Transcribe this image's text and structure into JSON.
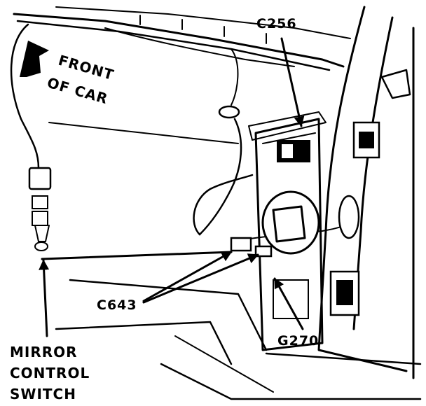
{
  "labels": {
    "front_line1": "FRONT",
    "front_line2": "OF CAR",
    "c256": "C256",
    "c643": "C643",
    "g270": "G270",
    "mirror_line1": "MIRROR",
    "mirror_line2": "CONTROL",
    "mirror_line3": "SWITCH"
  },
  "colors": {
    "ink": "#000000",
    "paper": "#ffffff"
  }
}
